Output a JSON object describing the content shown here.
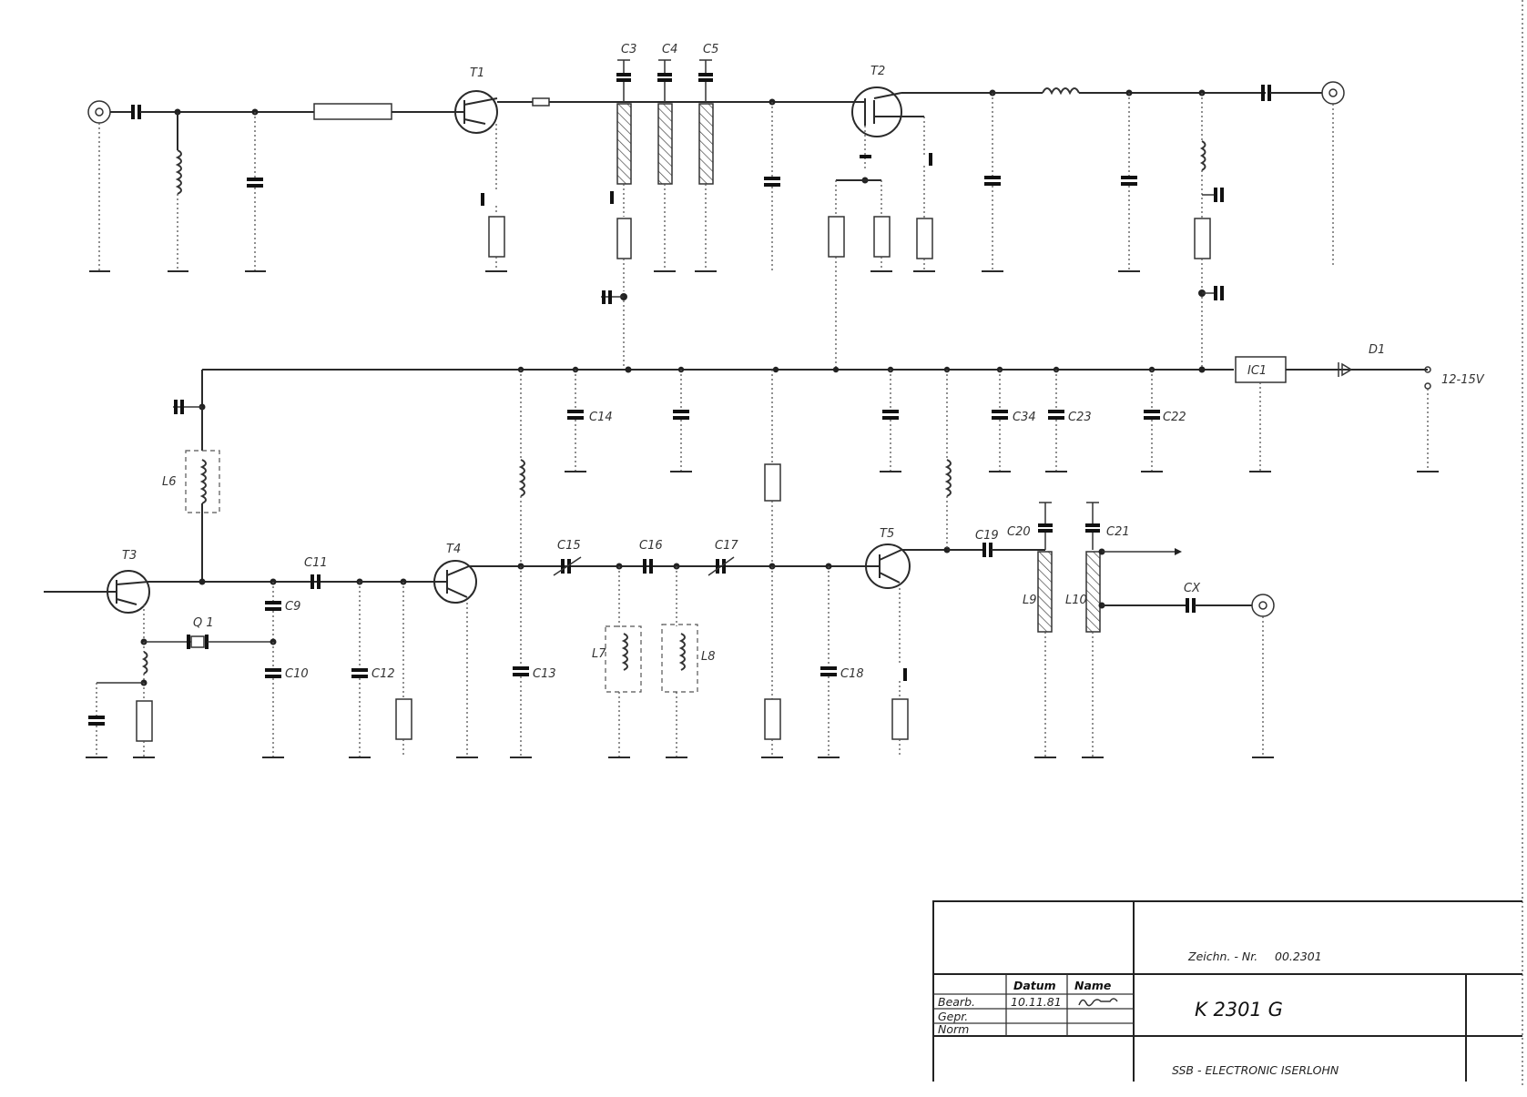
{
  "labels": {
    "C3": "C3",
    "C4": "C4",
    "C5": "C5",
    "C9": "C9",
    "C10": "C10",
    "C11": "C11",
    "C12": "C12",
    "C13": "C13",
    "C14": "C14",
    "C15": "C15",
    "C16": "C16",
    "C17": "C17",
    "C18": "C18",
    "C19": "C19",
    "C20": "C20",
    "C21": "C21",
    "C22": "C22",
    "C23": "C23",
    "C34": "C34",
    "CX": "CX",
    "L6": "L6",
    "L7": "L7",
    "L8": "L8",
    "L9": "L9",
    "L10": "L10",
    "Q1": "Q 1",
    "IC1": "IC1",
    "D1": "D1",
    "T1": "T1",
    "T2": "T2",
    "T3": "T3",
    "T4": "T4",
    "T5": "T5",
    "supply": "12-15V"
  },
  "title_block": {
    "drawing_no_label": "Zeichn. - Nr.",
    "drawing_no": "00.2301",
    "col_date": "Datum",
    "col_name": "Name",
    "row_bearb": "Bearb.",
    "row_gepr": "Gepr.",
    "row_norm": "Norm",
    "bearb_date": "10.11.81",
    "part_no": "K  2301  G",
    "company": "SSB - ELECTRONIC   ISERLOHN"
  }
}
